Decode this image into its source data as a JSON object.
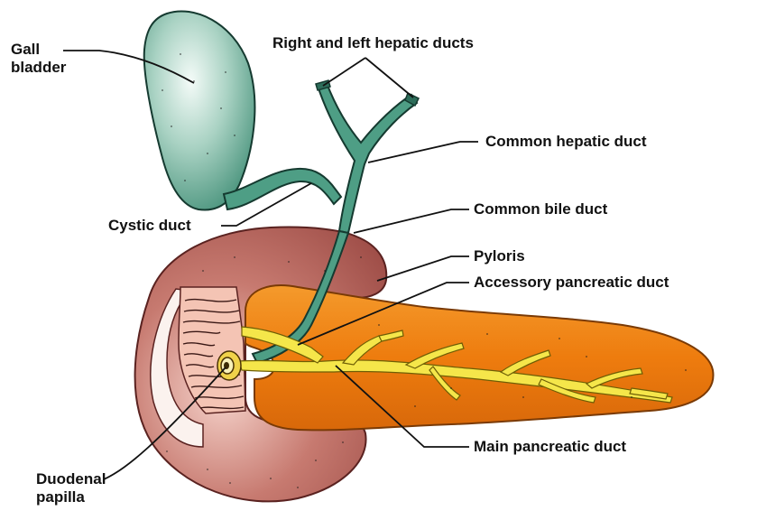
{
  "labels": {
    "gallbladder": [
      "Gall",
      "bladder"
    ],
    "hepatic_ducts": "Right and left hepatic ducts",
    "common_hepatic": "Common hepatic duct",
    "cystic": "Cystic duct",
    "common_bile": "Common bile duct",
    "pyloris": "Pyloris",
    "accessory_pancreatic": "Accessory pancreatic duct",
    "main_pancreatic": "Main pancreatic duct",
    "duodenal_papilla": [
      "Duodenal",
      "papilla"
    ]
  },
  "colors": {
    "gallbladder_fill": "#4e9e85",
    "gallbladder_highlight": "#e6f4ee",
    "duodenum_fill": "#b0615a",
    "duodenum_light": "#f1c9c0",
    "mucosa_fill": "#f4c4b4",
    "pancreas_fill": "#ef7d10",
    "pancreas_dark": "#c75e05",
    "pancreatic_duct": "#f5e64a",
    "leader_line": "#111111"
  }
}
